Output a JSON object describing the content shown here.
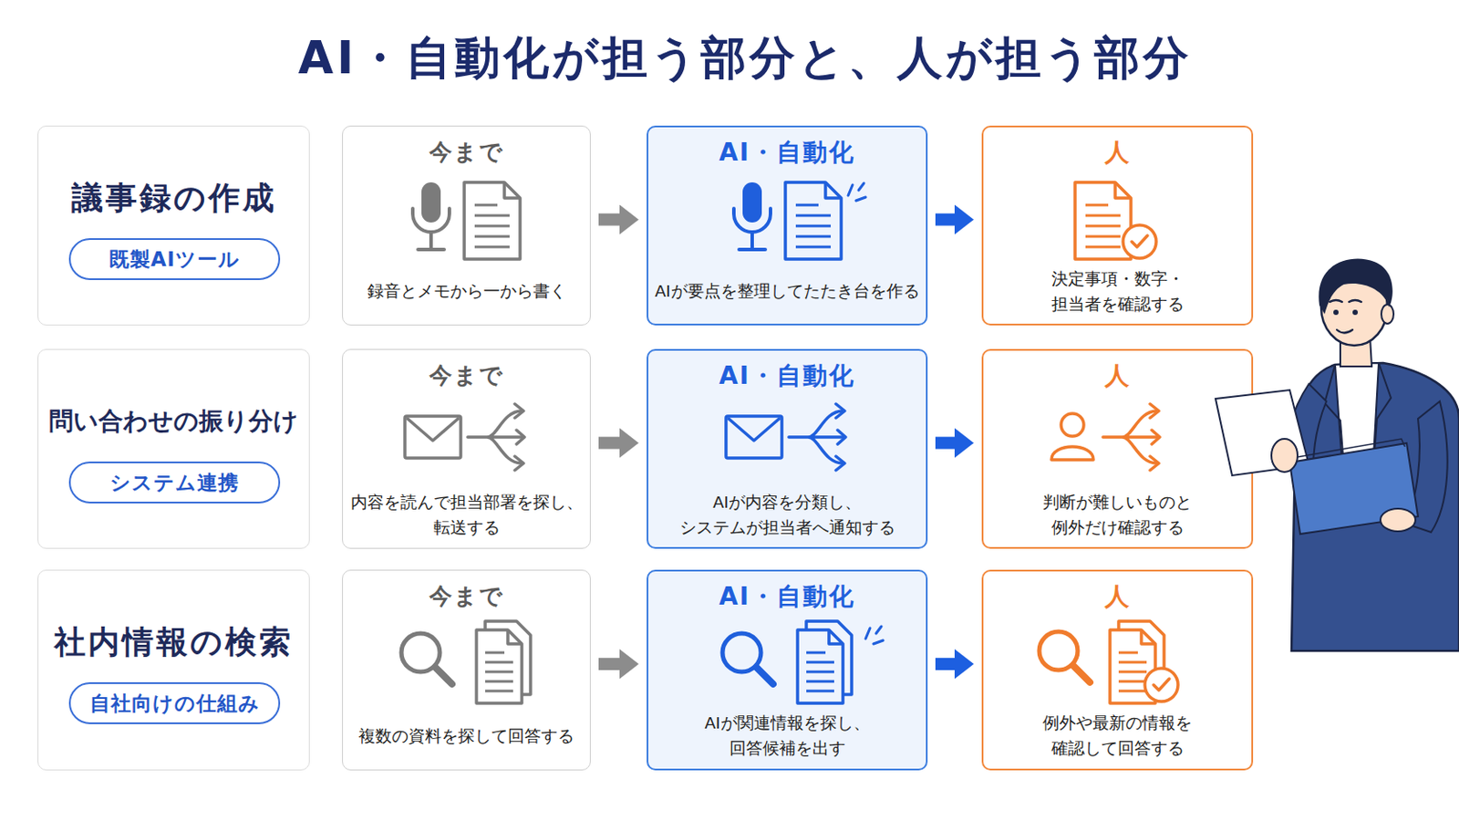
{
  "diagram": {
    "title": "AI・自動化が担う部分と、人が担う部分",
    "nodes": [
      {
        "text": [
          "議事録の作成"
        ]
      },
      {
        "text": [
          "既製AIツール"
        ],
        "in": 0
      },
      {
        "text": [
          "今まで",
          "録音とメモから一から書く"
        ]
      },
      {
        "text": [
          "AI・自動化",
          "AIが要点を整理してたたき台を作る"
        ]
      },
      {
        "text": [
          "人",
          "決定事項・数字・担当者を確認する"
        ]
      },
      {
        "text": [
          "問い合わせの振り分け"
        ]
      },
      {
        "text": [
          "システム連携"
        ],
        "in": 5
      },
      {
        "text": [
          "今まで",
          "内容を読んで担当部署を探し、 転送する"
        ]
      },
      {
        "text": [
          "AI・自動化",
          "AIが内容を分類し、 システムが担当者へ通知する"
        ]
      },
      {
        "text": [
          "人",
          "判断が難しいものと 例外だけ確認する"
        ]
      },
      {
        "text": [
          "社内情報の検索"
        ]
      },
      {
        "text": [
          "自社向けの仕組み"
        ],
        "in": 10
      },
      {
        "text": [
          "今まで",
          "複数の資料を探して回答する"
        ]
      },
      {
        "text": [
          "AI・自動化",
          "AIが関連情報を探し、 回答候補を出す"
        ]
      },
      {
        "text": [
          "人",
          "例外や最新の情報を 確認して回答する"
        ]
      }
    ],
    "edges": [
      {
        "from": 2,
        "to": 3,
        "arrow": "to"
      },
      {
        "from": 3,
        "to": 4,
        "arrow": "to"
      },
      {
        "from": 7,
        "to": 8,
        "arrow": "to"
      },
      {
        "from": 8,
        "to": 9,
        "arrow": "to"
      },
      {
        "from": 12,
        "to": 13,
        "arrow": "to"
      },
      {
        "from": 13,
        "to": 14,
        "arrow": "to"
      }
    ]
  }
}
